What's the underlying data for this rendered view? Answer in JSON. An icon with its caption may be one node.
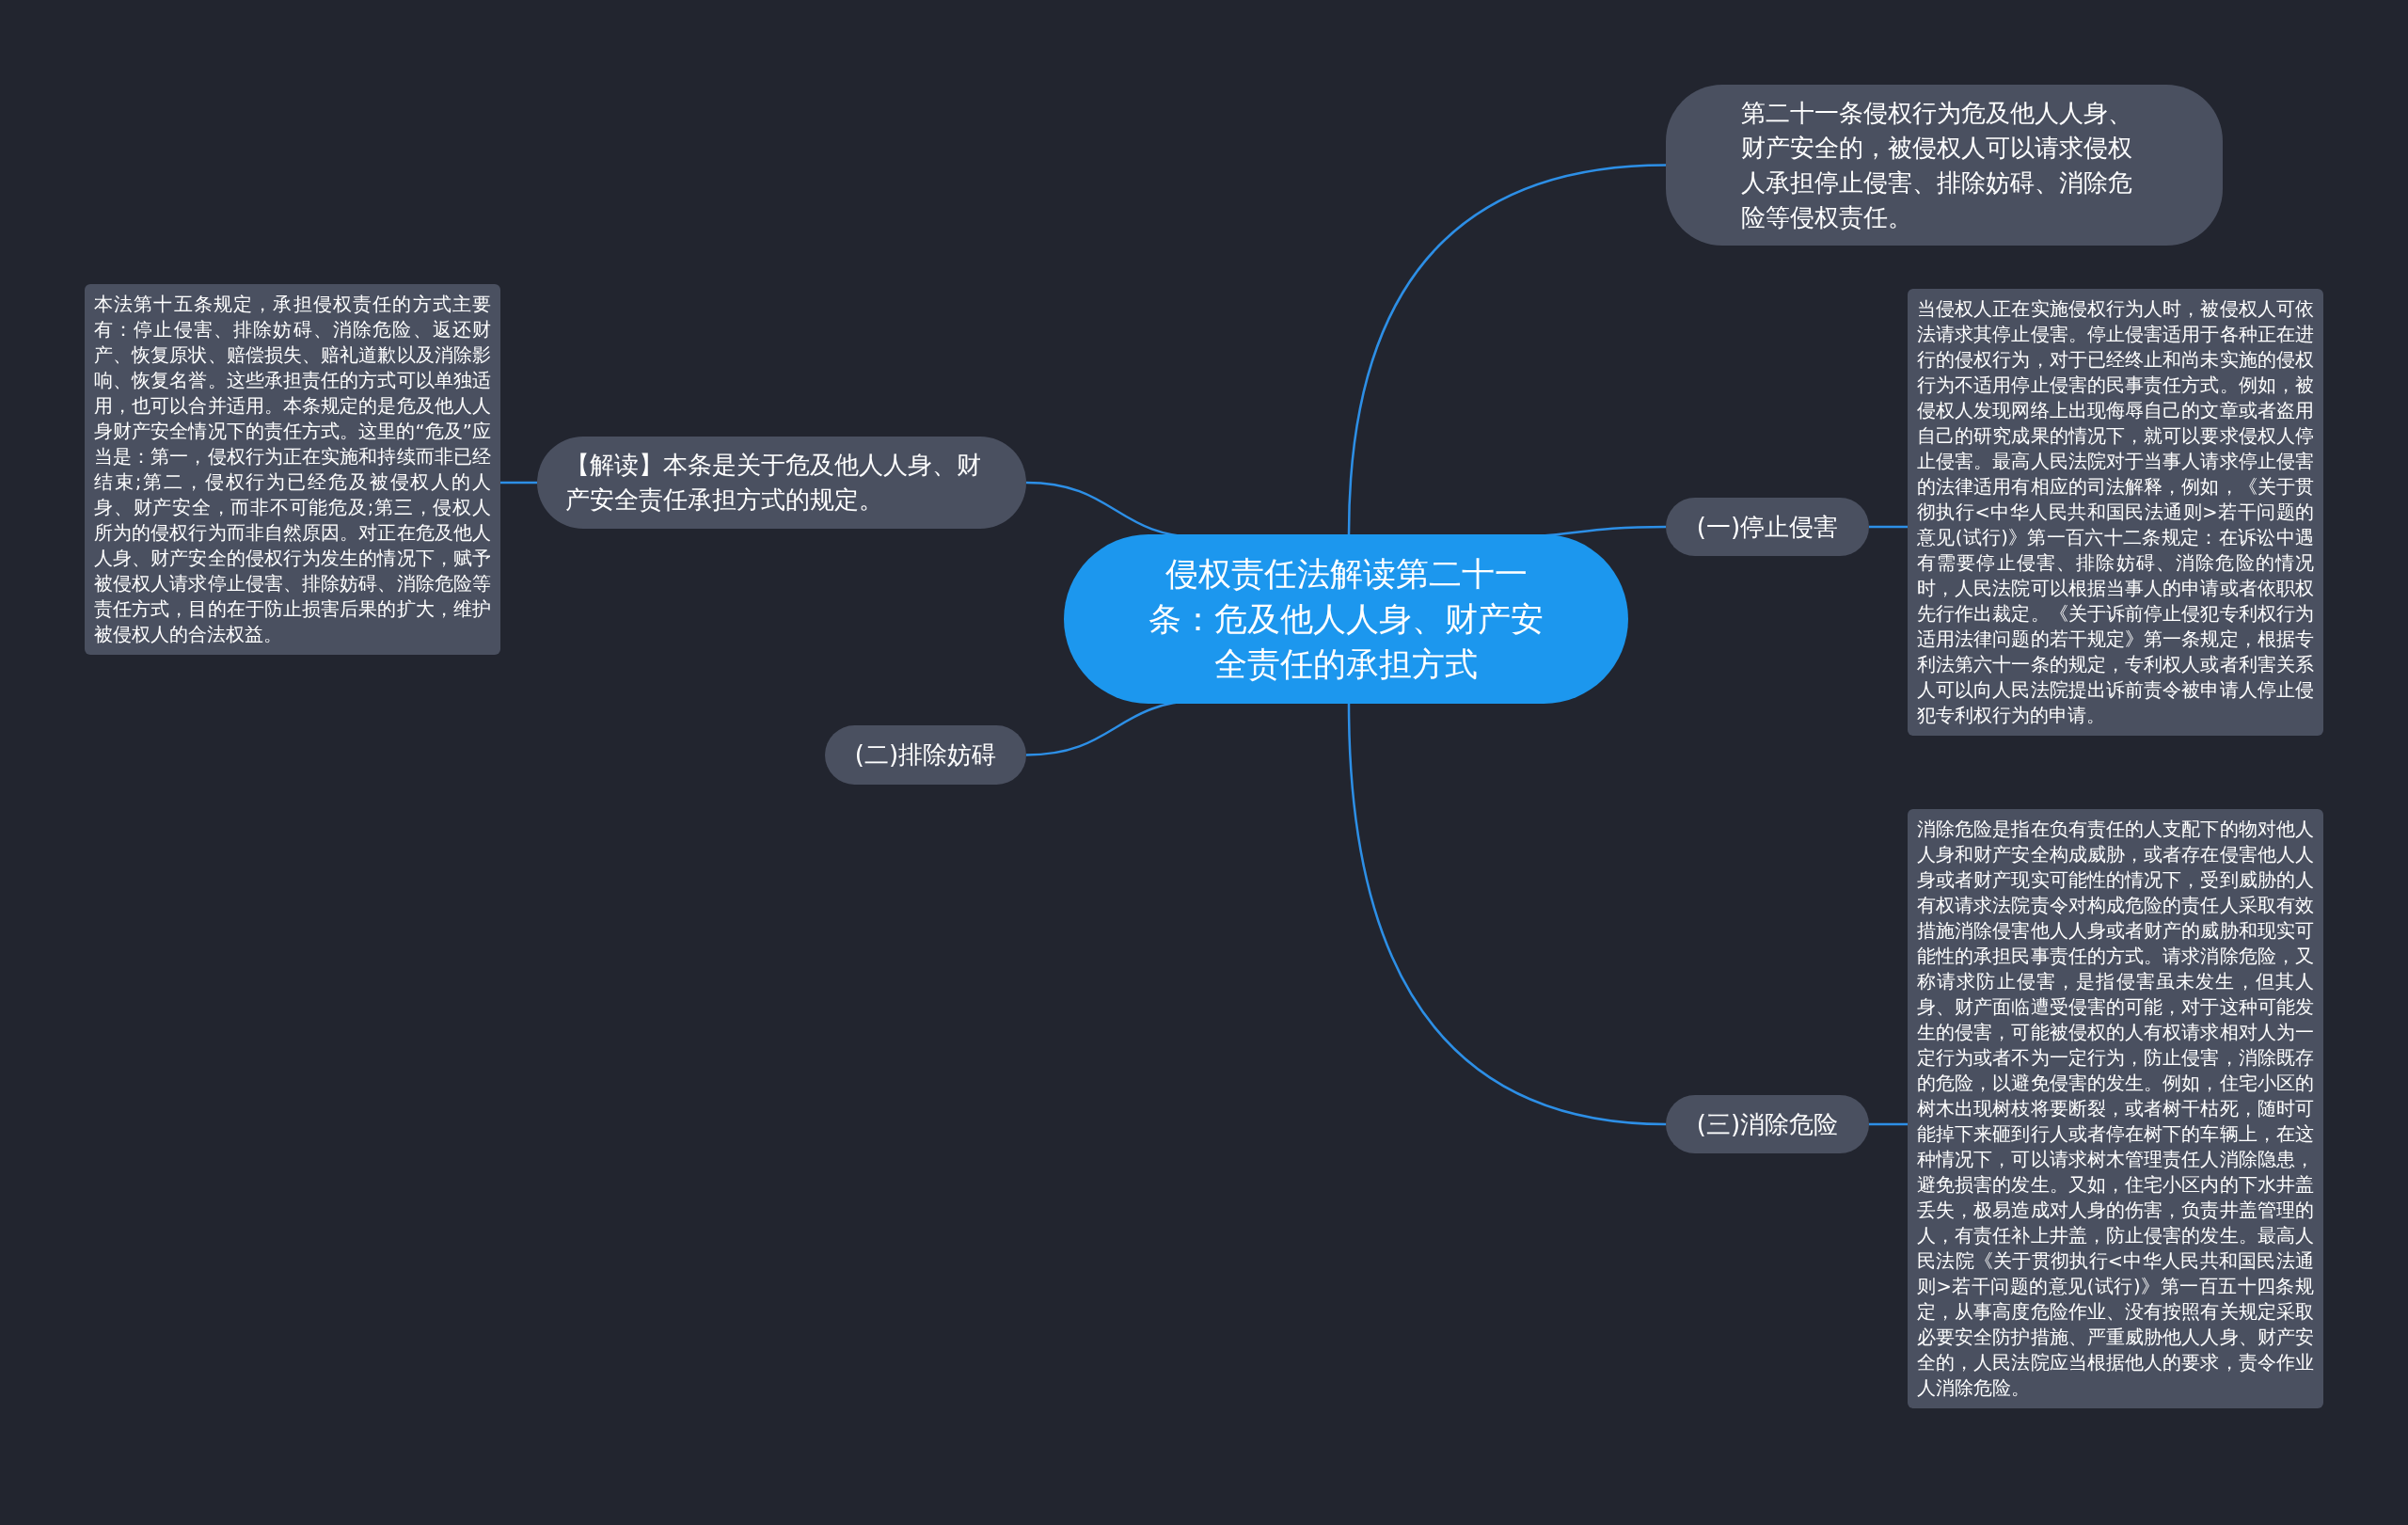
{
  "diagram": {
    "nodes": [
      {
        "text": [
          "侵权责任法解读第二十一条：危及他人人身、财产安全责任的承担方式"
        ]
      },
      {
        "text": [
          "第二十一条侵权行为危及他人人身、财产安全的，被侵权人可以请求侵权人承担停止侵害、排除妨碍、消除危险等侵权责任。"
        ]
      },
      {
        "text": [
          "(一)停止侵害"
        ]
      },
      {
        "text": [
          "当侵权人正在实施侵权行为人时，被侵权人可依法请求其停止侵害。停止侵害适用于各种正在进行的侵权行为，对于已经终止和尚未实施的侵权行为不适用停止侵害的民事责任方式。例如，被侵权人发现网络上出现侮辱自己的文章或者盗用自己的研究成果的情况下，就可以要求侵权人停止侵害。最高人民法院对于当事人请求停止侵害的法律适用有相应的司法解释，例如，《关于贯彻执行<中华人民共和国民法通则>若干问题的意见(试行)》第一百六十二条规定：在诉讼中遇有需要停止侵害、排除妨碍、消除危险的情况时，人民法院可以根据当事人的申请或者依职权先行作出裁定。《关于诉前停止侵犯专利权行为适用法律问题的若干规定》第一条规定，根据专利法第六十一条的规定，专利权人或者利害关系人可以向人民法院提出诉前责令被申请人停止侵犯专利权行为的申请。"
        ]
      },
      {
        "text": [
          "(三)消除危险"
        ]
      },
      {
        "text": [
          "消除危险是指在负有责任的人支配下的物对他人人身和财产安全构成威胁，或者存在侵害他人人身或者财产现实可能性的情况下，受到威胁的人有权请求法院责令对构成危险的责任人采取有效措施消除侵害他人人身或者财产的威胁和现实可能性的承担民事责任的方式。请求消除危险，又称请求防止侵害，是指侵害虽未发生，但其人身、财产面临遭受侵害的可能，对于这种可能发生的侵害，可能被侵权的人有权请求相对人为一定行为或者不为一定行为，防止侵害，消除既存的危险，以避免侵害的发生。例如，住宅小区的树木出现树枝将要断裂，或者树干枯死，随时可能掉下来砸到行人或者停在树下的车辆上，在这种情况下，可以请求树木管理责任人消除隐患，避免损害的发生。又如，住宅小区内的下水井盖丢失，极易造成对人身的伤害，负责井盖管理的人，有责任补上井盖，防止侵害的发生。最高人民法院《关于贯彻执行<中华人民共和国民法通则>若干问题的意见(试行)》第一百五十四条规定，从事高度危险作业、没有按照有关规定采取必要安全防护措施、严重威胁他人人身、财产安全的，人民法院应当根据他人的要求，责令作业人消除危险。"
        ]
      },
      {
        "text": [
          "【解读】本条是关于危及他人人身、财产安全责任承担方式的规定。"
        ]
      },
      {
        "text": [
          "本法第十五条规定，承担侵权责任的方式主要有：停止侵害、排除妨碍、消除危险、返还财产、恢复原状、赔偿损失、赔礼道歉以及消除影响、恢复名誉。这些承担责任的方式可以单独适用，也可以合并适用。本条规定的是危及他人人身财产安全情况下的责任方式。这里的“危及”应当是：第一，侵权行为正在实施和持续而非已经结束;第二，侵权行为已经危及被侵权人的人身、财产安全，而非不可能危及;第三，侵权人所为的侵权行为而非自然原因。对正在危及他人人身、财产安全的侵权行为发生的情况下，赋予被侵权人请求停止侵害、排除妨碍、消除危险等责任方式，目的在于防止损害后果的扩大，维护被侵权人的合法权益。"
        ]
      },
      {
        "text": [
          "(二)排除妨碍"
        ]
      }
    ],
    "edges": [
      {
        "from": 0,
        "to": 1,
        "arrow": "none"
      },
      {
        "from": 0,
        "to": 2,
        "arrow": "none"
      },
      {
        "from": 2,
        "to": 3,
        "arrow": "none"
      },
      {
        "from": 0,
        "to": 4,
        "arrow": "none"
      },
      {
        "from": 4,
        "to": 5,
        "arrow": "none"
      },
      {
        "from": 0,
        "to": 6,
        "arrow": "none"
      },
      {
        "from": 6,
        "to": 7,
        "arrow": "none"
      },
      {
        "from": 0,
        "to": 8,
        "arrow": "none"
      }
    ]
  }
}
